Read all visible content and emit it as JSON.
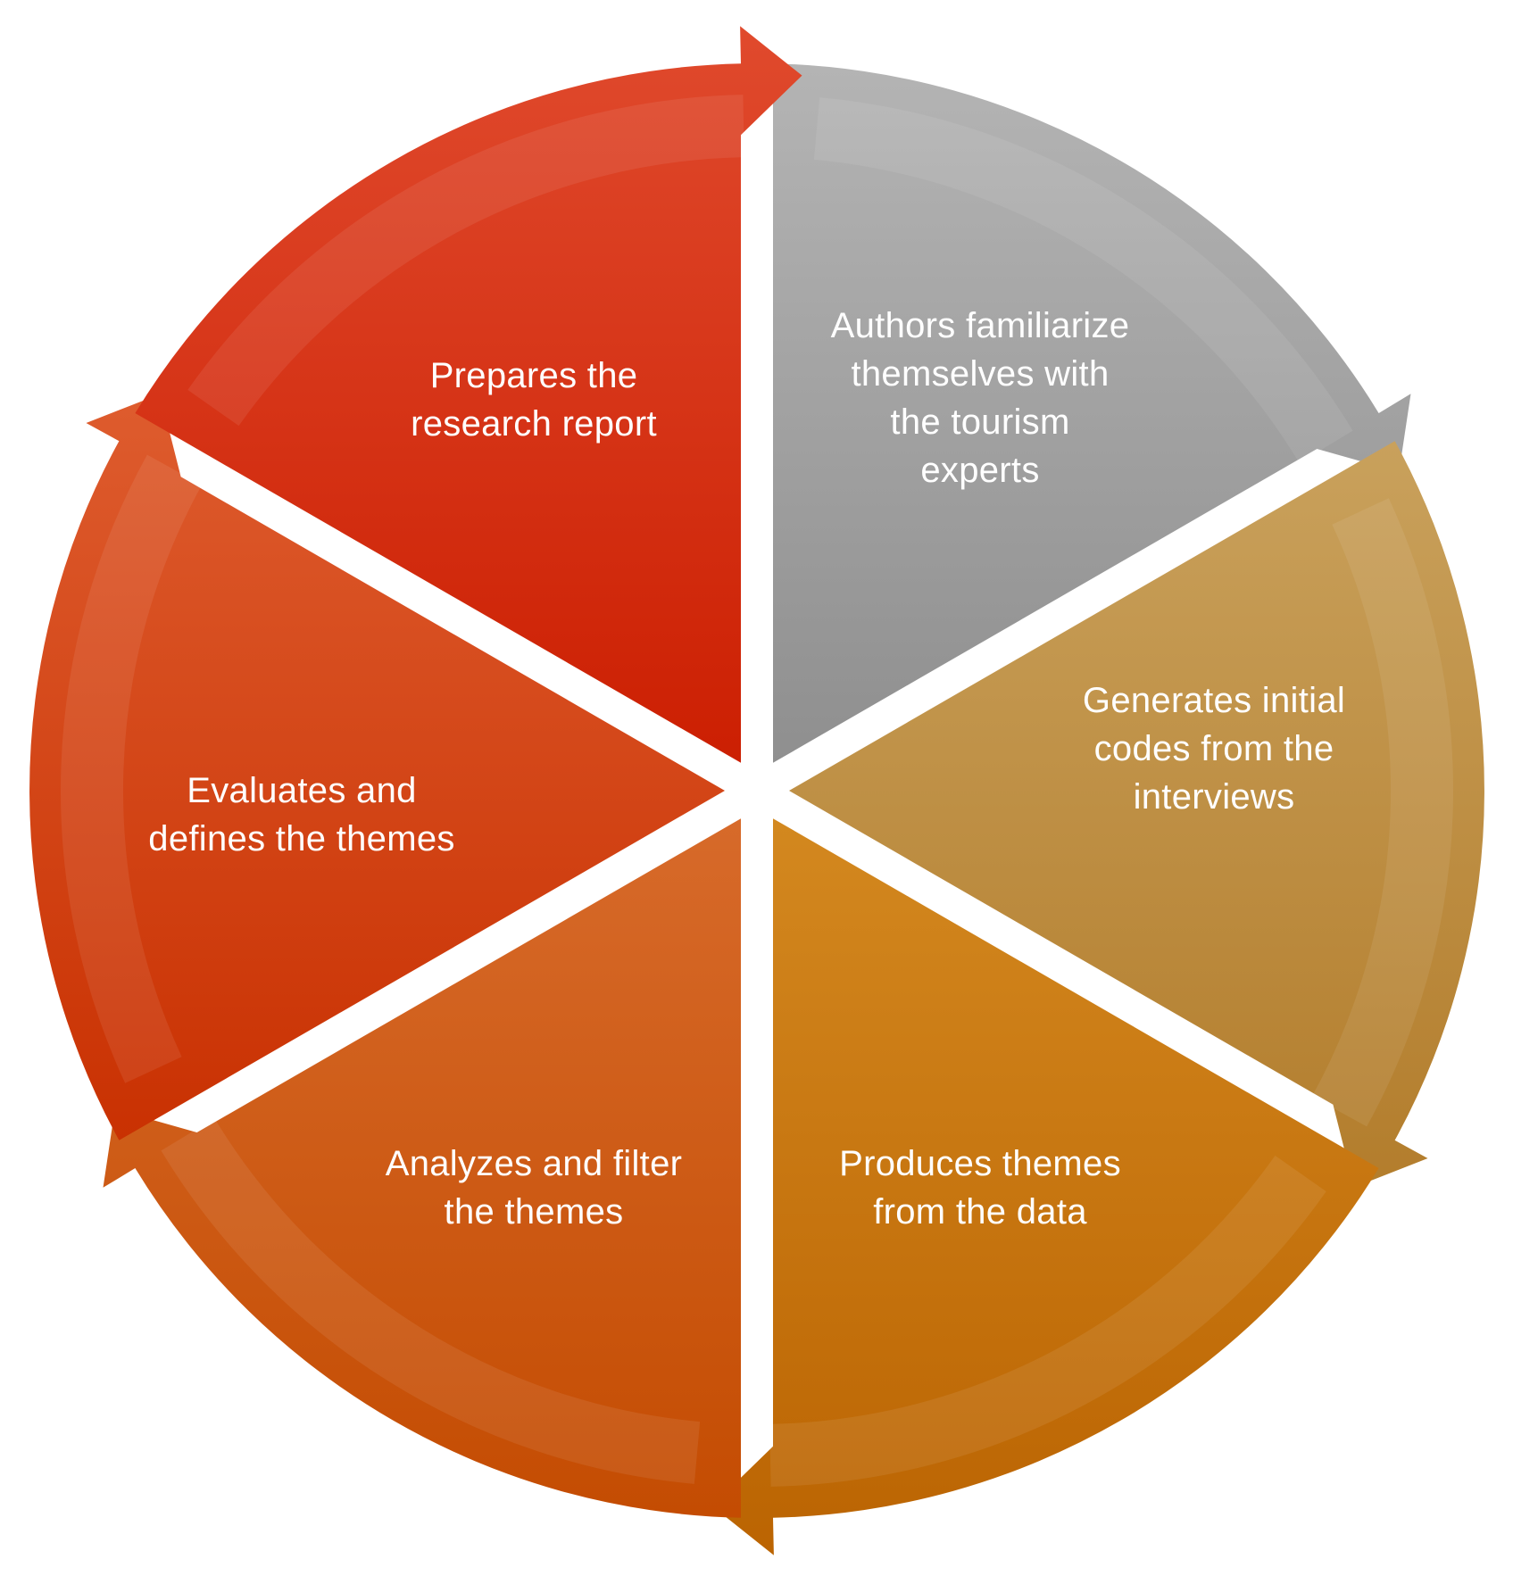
{
  "diagram": {
    "type": "cycle",
    "segments": [
      {
        "id": "familiarize",
        "lines": [
          "Authors familiarize",
          "themselves with",
          "the tourism",
          "experts"
        ],
        "colors": [
          "#b4b4b4",
          "#8f8f8f"
        ]
      },
      {
        "id": "initial-codes",
        "lines": [
          "Generates initial",
          "codes from the",
          "interviews"
        ],
        "colors": [
          "#c9a15c",
          "#b37d2c"
        ]
      },
      {
        "id": "produce-themes",
        "lines": [
          "Produces themes",
          "from the data"
        ],
        "colors": [
          "#d3881f",
          "#bb6402"
        ]
      },
      {
        "id": "analyze-themes",
        "lines": [
          "Analyzes and filter",
          "the themes"
        ],
        "colors": [
          "#d76a2a",
          "#c44c02"
        ]
      },
      {
        "id": "evaluate-themes",
        "lines": [
          "Evaluates and",
          "defines the themes"
        ],
        "colors": [
          "#de5c2e",
          "#c93102"
        ]
      },
      {
        "id": "prepare-report",
        "lines": [
          "Prepares the",
          "research report"
        ],
        "colors": [
          "#e04a2d",
          "#cc1f02"
        ]
      }
    ]
  }
}
